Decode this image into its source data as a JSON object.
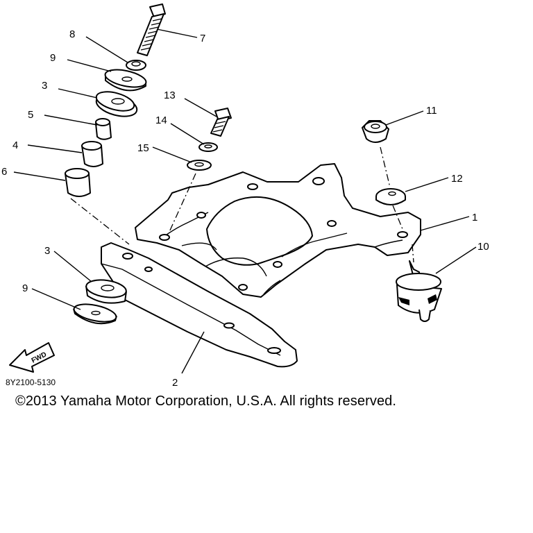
{
  "diagram": {
    "callouts": [
      {
        "id": "c1",
        "text": "1"
      },
      {
        "id": "c2",
        "text": "2"
      },
      {
        "id": "c3a",
        "text": "3"
      },
      {
        "id": "c3b",
        "text": "3"
      },
      {
        "id": "c4",
        "text": "4"
      },
      {
        "id": "c5",
        "text": "5"
      },
      {
        "id": "c6",
        "text": "6"
      },
      {
        "id": "c7",
        "text": "7"
      },
      {
        "id": "c8",
        "text": "8"
      },
      {
        "id": "c9a",
        "text": "9"
      },
      {
        "id": "c9b",
        "text": "9"
      },
      {
        "id": "c10",
        "text": "10"
      },
      {
        "id": "c11",
        "text": "11"
      },
      {
        "id": "c12",
        "text": "12"
      },
      {
        "id": "c13",
        "text": "13"
      },
      {
        "id": "c14",
        "text": "14"
      },
      {
        "id": "c15",
        "text": "15"
      }
    ],
    "fwd_label": "FWD",
    "drawing_code": "8Y2100-5130",
    "copyright": "©2013 Yamaha Motor Corporation, U.S.A. All rights reserved."
  }
}
